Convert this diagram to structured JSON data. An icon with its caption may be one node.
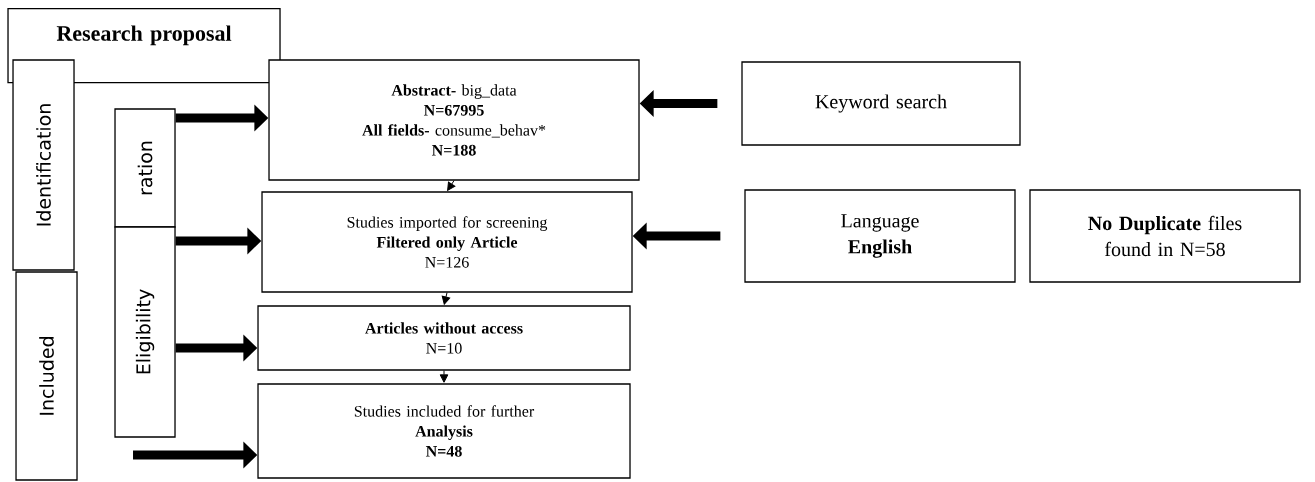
{
  "diagram": {
    "nodes": [
      {
        "text": [
          "Research proposal"
        ]
      },
      {
        "text": [
          "Identification"
        ]
      },
      {
        "text": [
          "Included"
        ]
      },
      {
        "text": [
          "ration"
        ]
      },
      {
        "text": [
          "Eligibility"
        ]
      },
      {
        "text": [
          "**Abstract-** big_data",
          "N=67995",
          "**All fields-** consume_behav*",
          "N=188"
        ]
      },
      {
        "text": [
          "Studies imported for screening",
          "Filtered only Article",
          "N=126"
        ]
      },
      {
        "text": [
          "Articles without access",
          "N=10"
        ]
      },
      {
        "text": [
          "Studies included for further",
          "Analysis",
          "N=48"
        ]
      },
      {
        "text": [
          "Keyword search"
        ]
      },
      {
        "text": [
          "Language",
          "English"
        ]
      },
      {
        "text": [
          "**No Duplicate** files found in N=58"
        ]
      }
    ],
    "edges": [
      {
        "from": 3,
        "to": 5,
        "arrow": "to"
      },
      {
        "from": 4,
        "to": 6,
        "arrow": "to"
      },
      {
        "from": 4,
        "to": 7,
        "arrow": "to"
      },
      {
        "from": null,
        "to": 8,
        "arrow": "to"
      },
      {
        "from": 9,
        "to": 5,
        "arrow": "to"
      },
      {
        "from": 10,
        "to": 6,
        "arrow": "to"
      },
      {
        "from": 5,
        "to": 6,
        "arrow": "to"
      },
      {
        "from": 6,
        "to": 7,
        "arrow": "to"
      },
      {
        "from": 7,
        "to": 8,
        "arrow": "to"
      }
    ]
  }
}
